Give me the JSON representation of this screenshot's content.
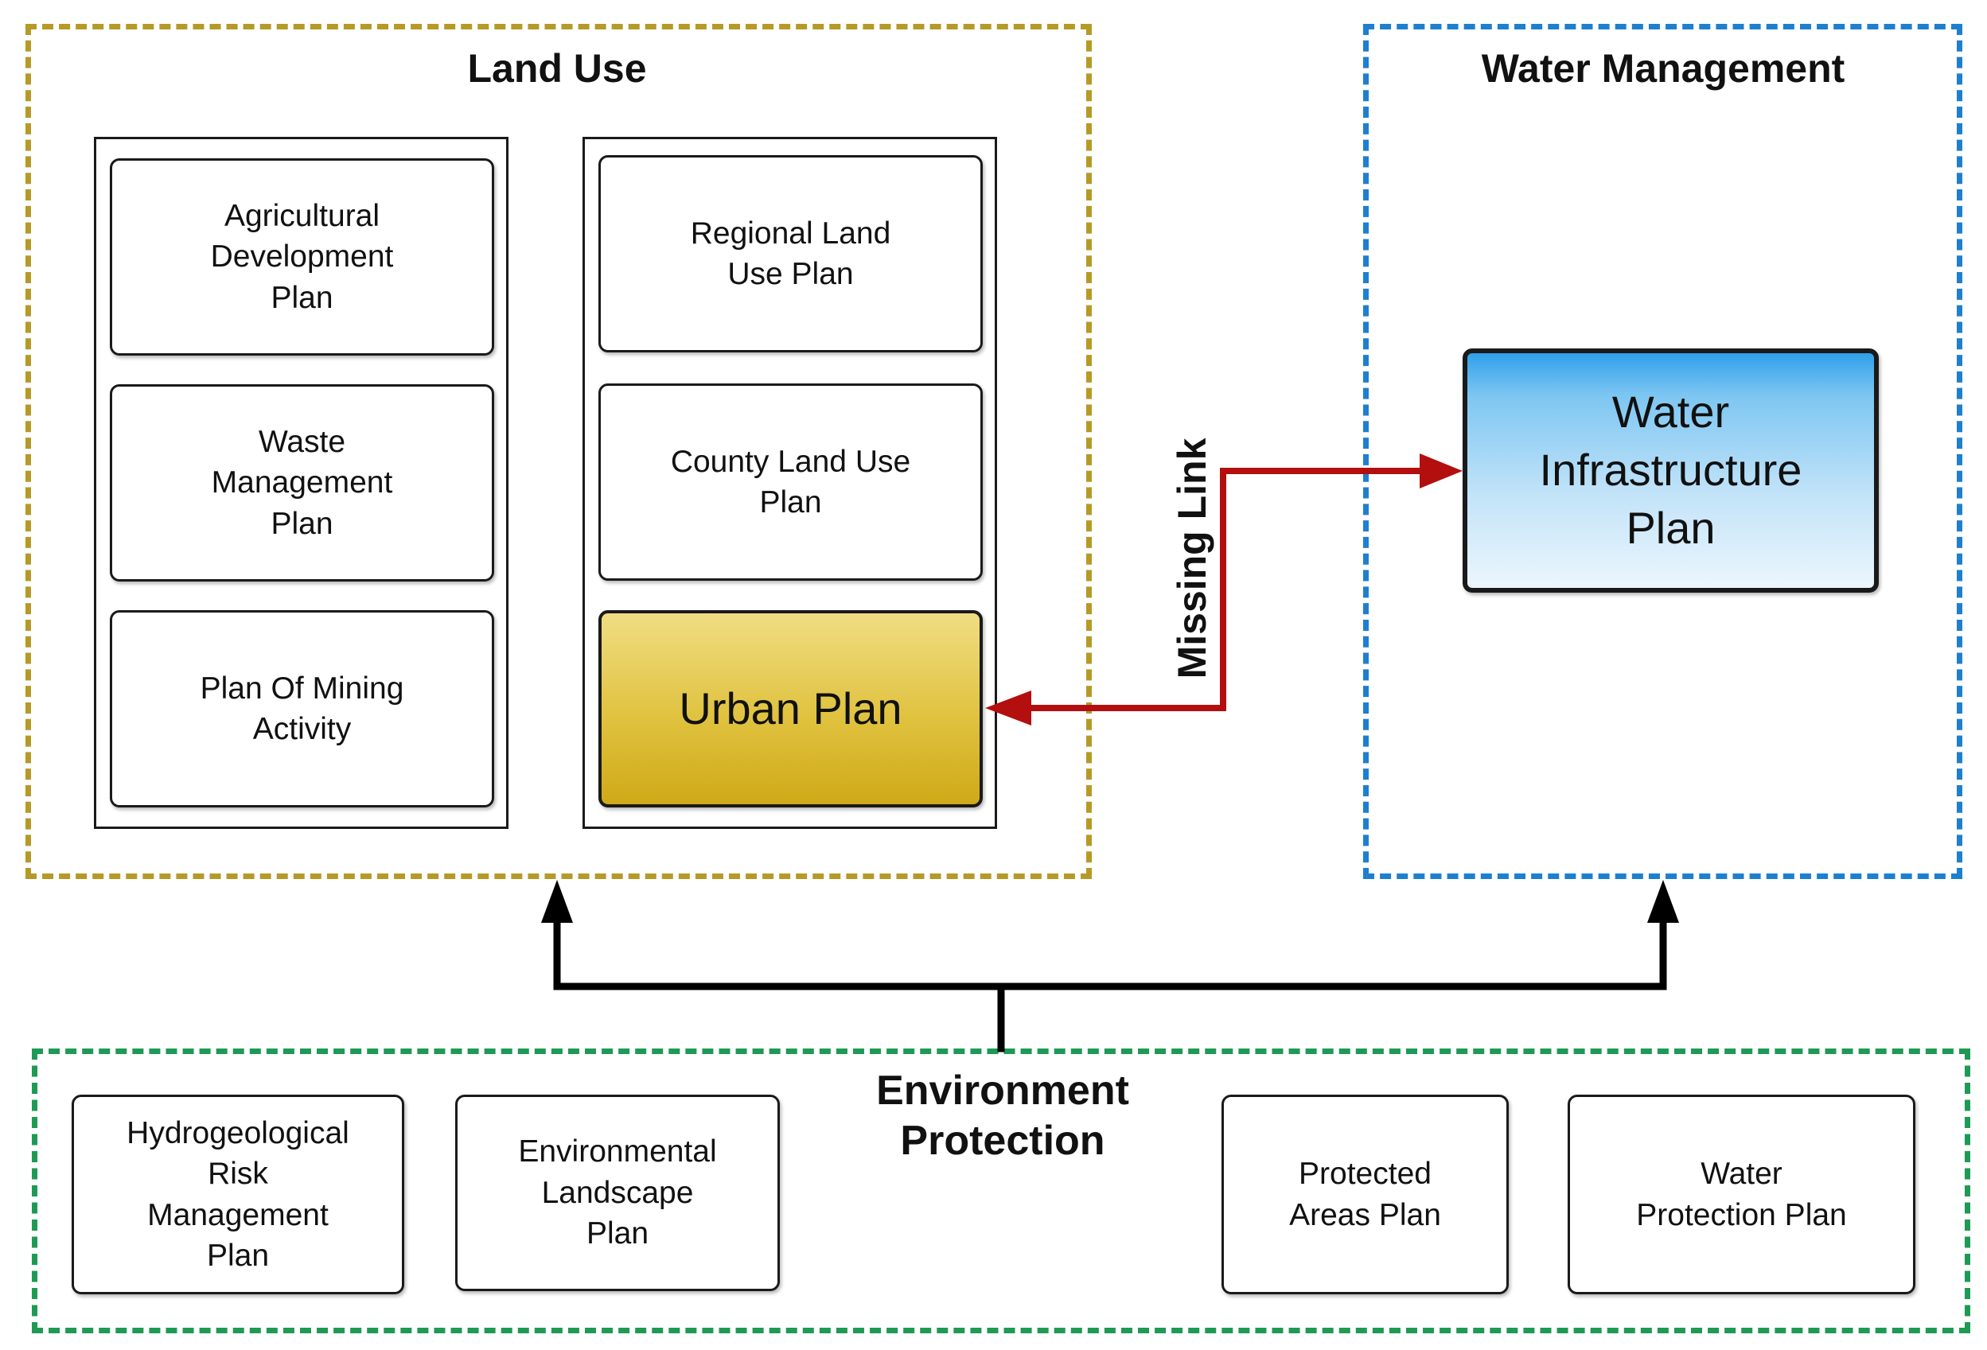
{
  "land_use": {
    "title": "Land Use",
    "left_column": [
      "Agricultural\nDevelopment\nPlan",
      "Waste\nManagement\nPlan",
      "Plan Of Mining\nActivity"
    ],
    "right_column": [
      "Regional Land\nUse Plan",
      "County Land Use\nPlan"
    ],
    "urban_plan": "Urban Plan"
  },
  "water_management": {
    "title": "Water Management",
    "infrastructure_plan": "Water\nInfrastructure\nPlan"
  },
  "missing_link": {
    "label": "Missing Link"
  },
  "environment_protection": {
    "title": "Environment\nProtection",
    "plans": [
      "Hydrogeological\nRisk\nManagement\nPlan",
      "Environmental\nLandscape\nPlan",
      "Protected\nAreas Plan",
      "Water\nProtection Plan"
    ]
  },
  "colors": {
    "land_use_border": "#b59a27",
    "water_management_border": "#1e7fcf",
    "environment_border": "#1e9a55",
    "missing_link_arrow": "#b30f0f",
    "flow_arrows": "#000000"
  }
}
